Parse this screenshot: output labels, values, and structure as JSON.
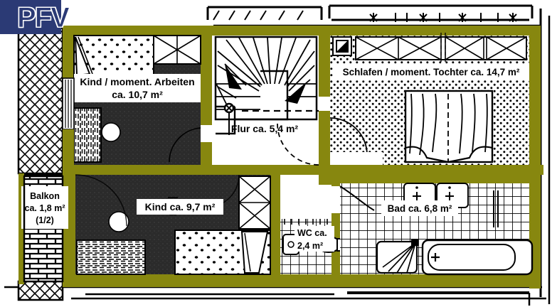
{
  "document": {
    "type": "architectural-floor-plan",
    "language": "de",
    "title": "Grundriss Obergeschoss"
  },
  "logo": {
    "text": "PFV",
    "box_color": "#2b3a75",
    "text_color": "#2b3a75"
  },
  "colors": {
    "wall": "#87870f",
    "wall_dark": "#6f6f0c",
    "floor_dark": "#2b2b2b",
    "ink": "#000000",
    "paper": "#ffffff",
    "logo_navy": "#2b3a75"
  },
  "rooms": [
    {
      "id": "kind-arbeiten",
      "name": "Kind / moment. Arbeiten",
      "area": "ca. 10,7 m²",
      "label_lines": [
        "Kind / moment. Arbeiten",
        "ca. 10,7 m²"
      ],
      "floor": "dark",
      "furniture": [
        "bed",
        "shelf-unit",
        "rug",
        "round-table"
      ]
    },
    {
      "id": "schlafen-tochter",
      "name": "Schlafen / moment. Tochter",
      "area": "ca. 14,7 m²",
      "label_lines": [
        "Schlafen / moment. Tochter ca. 14,7 m²"
      ],
      "floor": "stipple",
      "furniture": [
        "wardrobe-row",
        "double-bed",
        "door-swing"
      ]
    },
    {
      "id": "flur",
      "name": "Flur",
      "area": "ca. 5,4 m²",
      "label_lines": [
        "Flur ca. 5,4 m²"
      ],
      "floor": "plain",
      "furniture": [
        "winder-staircase"
      ]
    },
    {
      "id": "kind",
      "name": "Kind",
      "area": "ca. 9,7 m²",
      "label_lines": [
        "Kind ca. 9,7 m²"
      ],
      "floor": "dark",
      "furniture": [
        "rug",
        "bed",
        "wardrobe",
        "round-table"
      ]
    },
    {
      "id": "bad",
      "name": "Bad",
      "area": "ca. 6,8 m²",
      "label_lines": [
        "Bad ca. 6,8 m²"
      ],
      "floor": "tile",
      "furniture": [
        "double-sink",
        "shower",
        "bathtub"
      ]
    },
    {
      "id": "wc",
      "name": "WC",
      "area": "ca. 2,4 m²",
      "label_lines": [
        "WC ca.",
        "2,4 m²"
      ],
      "floor": "tile",
      "furniture": [
        "toilet",
        "small-sink"
      ]
    },
    {
      "id": "balkon",
      "name": "Balkon",
      "area": "ca. 1,8 m²",
      "fraction": "(1/2)",
      "label_lines": [
        "Balkon",
        "ca. 1,8 m²",
        "(1/2)"
      ],
      "floor": "brick",
      "furniture": []
    }
  ],
  "labels": {
    "kind_arbeiten_l1": "Kind / moment. Arbeiten",
    "kind_arbeiten_l2": "ca. 10,7 m²",
    "schlafen_l1": "Schlafen / moment. Tochter ca. 14,7 m²",
    "flur_l1": "Flur ca. 5,4 m²",
    "kind_l1": "Kind ca. 9,7 m²",
    "bad_l1": "Bad ca. 6,8 m²",
    "wc_l1": "WC ca.",
    "wc_l2": "2,4 m²",
    "balkon_l1": "Balkon",
    "balkon_l2": "ca. 1,8 m²",
    "balkon_l3": "(1/2)"
  }
}
